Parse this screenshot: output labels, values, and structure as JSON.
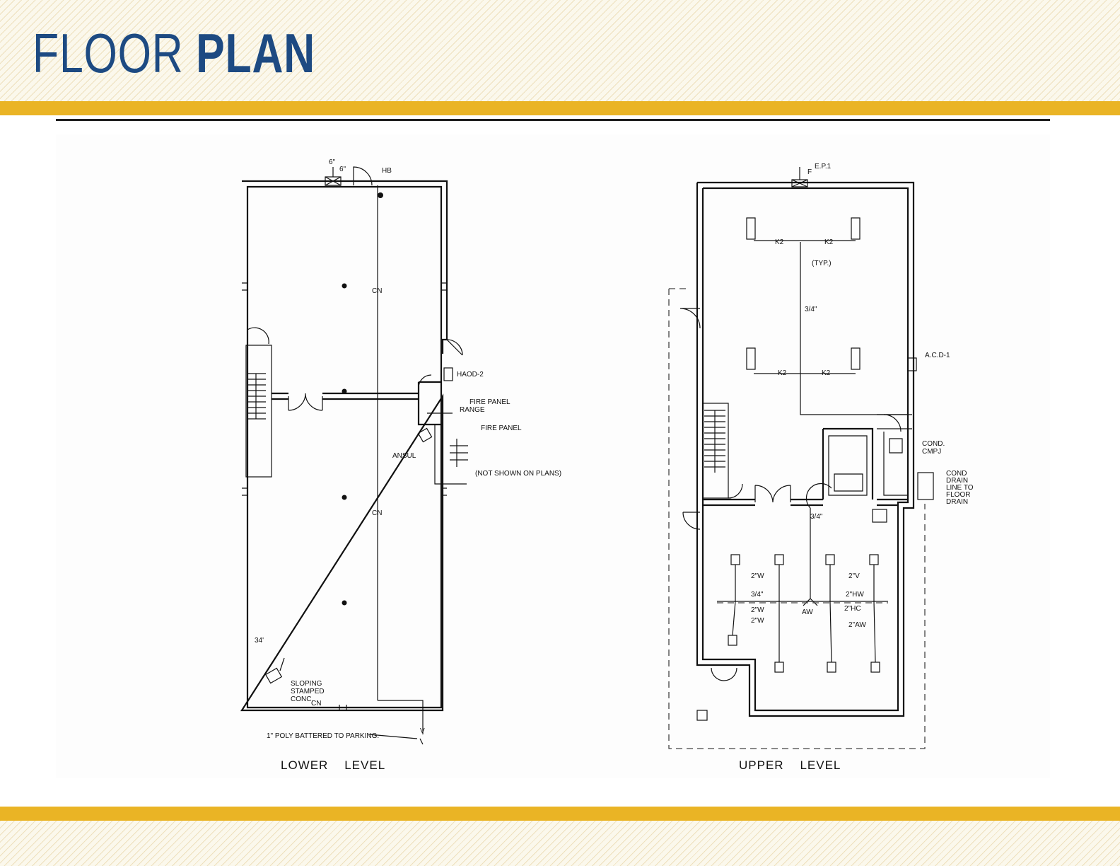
{
  "header": {
    "title_light": "FLOOR",
    "title_bold": "PLAN"
  },
  "colors": {
    "navy": "#1d4a82",
    "gold": "#eab425",
    "hatch": "#fbf8ec"
  },
  "lower_level": {
    "caption": "LOWER    LEVEL",
    "labels": {
      "hb": "HB",
      "pipe_top": "6\"",
      "pipe_top2": "6\"",
      "cn1": "CN",
      "cn2": "CN",
      "haod": "HAOD-2",
      "fire_panel_1": "FIRE PANEL",
      "range": "RANGE",
      "fire_panel_2": "FIRE PANEL",
      "ansul": "ANSUL",
      "not_shown": "(NOT SHOWN ON PLANS)",
      "sloping_1": "SLOPING",
      "sloping_2": "STAMPED",
      "sloping_3": "CONC.",
      "poly": "1\" POLY BATTERED TO PARKING.",
      "v": "V",
      "dim": "34'",
      "cn_bottom": "CN"
    }
  },
  "upper_level": {
    "caption": "UPPER    LEVEL",
    "labels": {
      "ep1": "E.P.1",
      "f": "F",
      "k2_a": "K2",
      "k2_b": "K2",
      "k2_c": "K2",
      "k2_d": "K2",
      "typ": "(TYP.)",
      "pipe_34_a": "3/4\"",
      "pipe_34_b": "3/4\"",
      "acd": "A.C.D-1",
      "cond_1": "COND.",
      "cond_2": "CMPJ",
      "drain_1": "COND",
      "drain_2": "DRAIN",
      "drain_3": "LINE TO",
      "drain_4": "FLOOR",
      "drain_5": "DRAIN",
      "pipe_2w_a": "2\"W",
      "pipe_2v_a": "2\"V",
      "pipe_a": "3/4\"",
      "pipe_b": "2\"HW",
      "pipe_c": "2\"W",
      "pipe_d": "2\"W",
      "pipe_e": "2\"HC",
      "pipe_f": "2\"AW",
      "pipe_g": "AW"
    }
  }
}
